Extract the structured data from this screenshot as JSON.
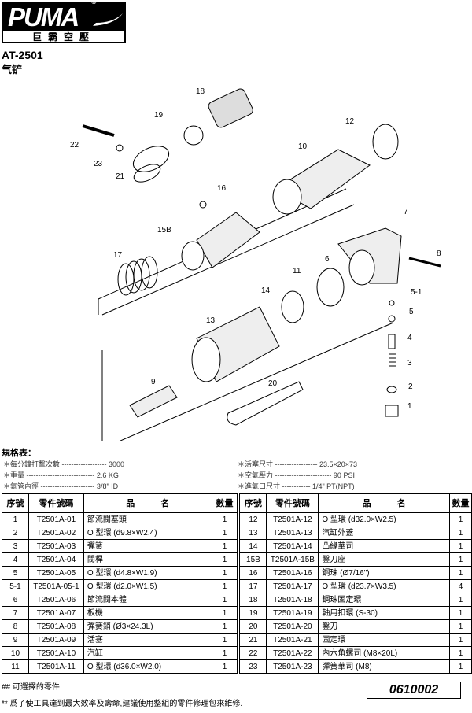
{
  "brand": {
    "logo": "PUMA",
    "subtitle": "巨霸空壓"
  },
  "model": "AT-2501",
  "product_name": "气铲",
  "diagram_labels": [
    "18",
    "19",
    "22",
    "23",
    "21",
    "16",
    "12",
    "10",
    "7",
    "8",
    "15B",
    "17",
    "6",
    "11",
    "14",
    "5-1",
    "5",
    "4",
    "13",
    "3",
    "9",
    "20",
    "2",
    "1"
  ],
  "specs": {
    "title": "規格表：",
    "left": [
      "＊每分鐘打擊次數 ------------------- 3000",
      "＊重量 ----------------------------- 2.6 KG",
      "＊氣管內徑 ----------------------- 3/8\" ID"
    ],
    "right": [
      "＊活塞尺寸 ------------------ 23.5×20×73",
      "＊空氣壓力 ------------------------ 90 PSI",
      "＊進氣口尺寸 ------------ 1/4\" PT(NPT)"
    ]
  },
  "table": {
    "headers": [
      "序號",
      "零件號碼",
      "品　　　名",
      "數量"
    ],
    "left": [
      [
        "1",
        "T2501A-01",
        "節流閥塞頭",
        "1"
      ],
      [
        "2",
        "T2501A-02",
        "O 型環 (d9.8×W2.4)",
        "1"
      ],
      [
        "3",
        "T2501A-03",
        "彈簧",
        "1"
      ],
      [
        "4",
        "T2501A-04",
        "閥桿",
        "1"
      ],
      [
        "5",
        "T2501A-05",
        "O 型環 (d4.8×W1.9)",
        "1"
      ],
      [
        "5-1",
        "T2501A-05-1",
        "O 型環 (d2.0×W1.5)",
        "1"
      ],
      [
        "6",
        "T2501A-06",
        "節流閥本體",
        "1"
      ],
      [
        "7",
        "T2501A-07",
        "板機",
        "1"
      ],
      [
        "8",
        "T2501A-08",
        "彈簧銷 (Ø3×24.3L)",
        "1"
      ],
      [
        "9",
        "T2501A-09",
        "活塞",
        "1"
      ],
      [
        "10",
        "T2501A-10",
        "汽缸",
        "1"
      ],
      [
        "11",
        "T2501A-11",
        "O 型環 (d36.0×W2.0)",
        "1"
      ]
    ],
    "right": [
      [
        "12",
        "T2501A-12",
        "O 型環 (d32.0×W2.5)",
        "1"
      ],
      [
        "13",
        "T2501A-13",
        "汽缸外蓋",
        "1"
      ],
      [
        "14",
        "T2501A-14",
        "凸緣華司",
        "1"
      ],
      [
        "15B",
        "T2501A-15B",
        "鑿刀座",
        "1"
      ],
      [
        "16",
        "T2501A-16",
        "鋼珠 (Ø7/16\")",
        "1"
      ],
      [
        "17",
        "T2501A-17",
        "O 型環 (d23.7×W3.5)",
        "4"
      ],
      [
        "18",
        "T2501A-18",
        "鋼珠固定環",
        "1"
      ],
      [
        "19",
        "T2501A-19",
        "軸用扣環 (S-30)",
        "1"
      ],
      [
        "20",
        "T2501A-20",
        "鑿刀",
        "1"
      ],
      [
        "21",
        "T2501A-21",
        "固定環",
        "1"
      ],
      [
        "22",
        "T2501A-22",
        "內六角螺司 (M8×20L)",
        "1"
      ],
      [
        "23",
        "T2501A-23",
        "彈簧華司 (M8)",
        "1"
      ]
    ]
  },
  "footer": {
    "optional": "## 可選擇的零件",
    "note": "** 爲了使工具達到最大效率及壽命,建議使用整組的零件修理包來維修.",
    "code": "0610002"
  }
}
